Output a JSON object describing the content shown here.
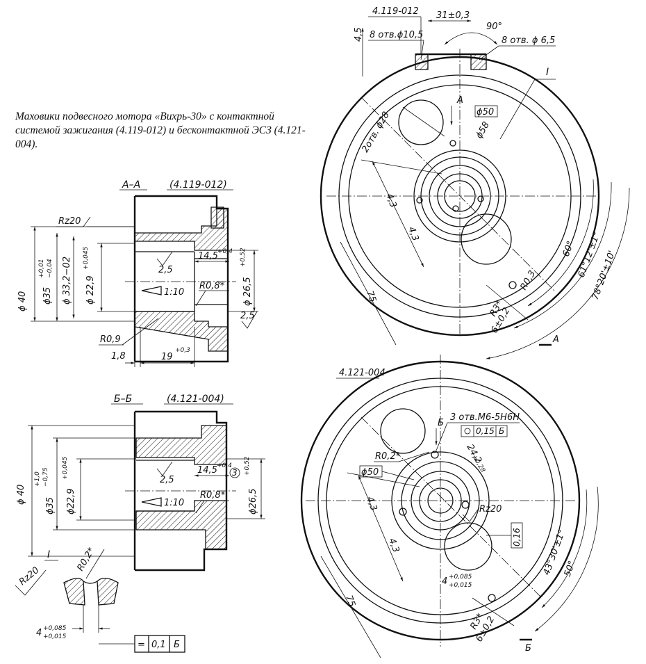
{
  "caption": "Маховики подвесного мотора «Вихрь-30» с контактной системой зажигания (4.119-012) и бесконтактной ЭСЗ (4.121-004).",
  "section_aa": {
    "title": "А–А",
    "code": "(4.119-012)",
    "rz": "Rz20",
    "d40": "ϕ 40",
    "d35": "ϕ35",
    "d35_tol_up": "+0,01",
    "d35_tol_dn": "−0,04",
    "d33": "ϕ 33,2−02",
    "d229": "ϕ 22,9",
    "d229_tol": "+0,045",
    "len145": "14,5",
    "len145_tol": "+0,4",
    "r08": "R0,8*",
    "d265": "ϕ 26,5",
    "d265_tol": "+0,52",
    "taper": "1:10",
    "rough25": "2,5",
    "rough25b": "2,5",
    "r09": "R0,9",
    "len18": "1,8",
    "len19": "19",
    "len19_tol": "+0,3"
  },
  "section_bb": {
    "title": "Б–Б",
    "code": "(4.121-004)",
    "d40": "ϕ 40",
    "d35": "ϕ35",
    "d35_tol_up": "+1,0",
    "d35_tol_dn": "−0,75",
    "d229": "ϕ22,9",
    "d229_tol": "+0,045",
    "len145": "14,5",
    "len145_tol": "+0,4",
    "note3": "3",
    "rough25": "2,5",
    "d265": "ϕ26,5",
    "d265_tol": "+0,52",
    "taper": "1:10",
    "r08": "R0,8*"
  },
  "detail_i": {
    "title": "I",
    "r02": "R0,2*",
    "rz": "Rz20",
    "width": "4",
    "width_tol_up": "+0,085",
    "width_tol_dn": "+0,015",
    "frame_sym": "=",
    "frame_val": "0,1",
    "frame_base": "Б"
  },
  "view_top": {
    "code": "4.119-012",
    "d45": "4,5",
    "holes1": "8 отв.ϕ10,5",
    "dim31": "31±0,3",
    "ang90": "90°",
    "holes2": "8 отв. ϕ 6,5",
    "mark_i": "I",
    "mark_a": "А",
    "holes3": "2отв. ϕ28",
    "d50": "ϕ50",
    "d58": "ϕ58",
    "dim43a": "4,3",
    "dim43b": "4,3",
    "ang60": "60°",
    "ang61": "61°12'±1°",
    "ang78": "78°20'±10'",
    "r03": "R0,3",
    "r3": "R3*",
    "dim6": "6±0,2",
    "dim75": "75",
    "cut_a": "А"
  },
  "view_bottom": {
    "code": "4.121-004",
    "mark_b": "Б",
    "holes": "3 отв.М6-5Н6Н",
    "pos_tol": "0,15",
    "pos_base": "Б",
    "r02": "R0,2*",
    "dim24": "24,2",
    "dim24_tol": "+0,28",
    "d50": "ϕ50",
    "rz": "Rz20",
    "dim43a": "4,3",
    "dim43b": "4,3",
    "par": "0,16",
    "ang43": "43°30'±1°",
    "ang50": "50°",
    "dim4": "4",
    "dim4_tol_up": "+0,085",
    "dim4_tol_dn": "+0,015",
    "r3": "R3*",
    "dim6": "6±0,2",
    "dim75": "75",
    "cut_b": "Б"
  }
}
